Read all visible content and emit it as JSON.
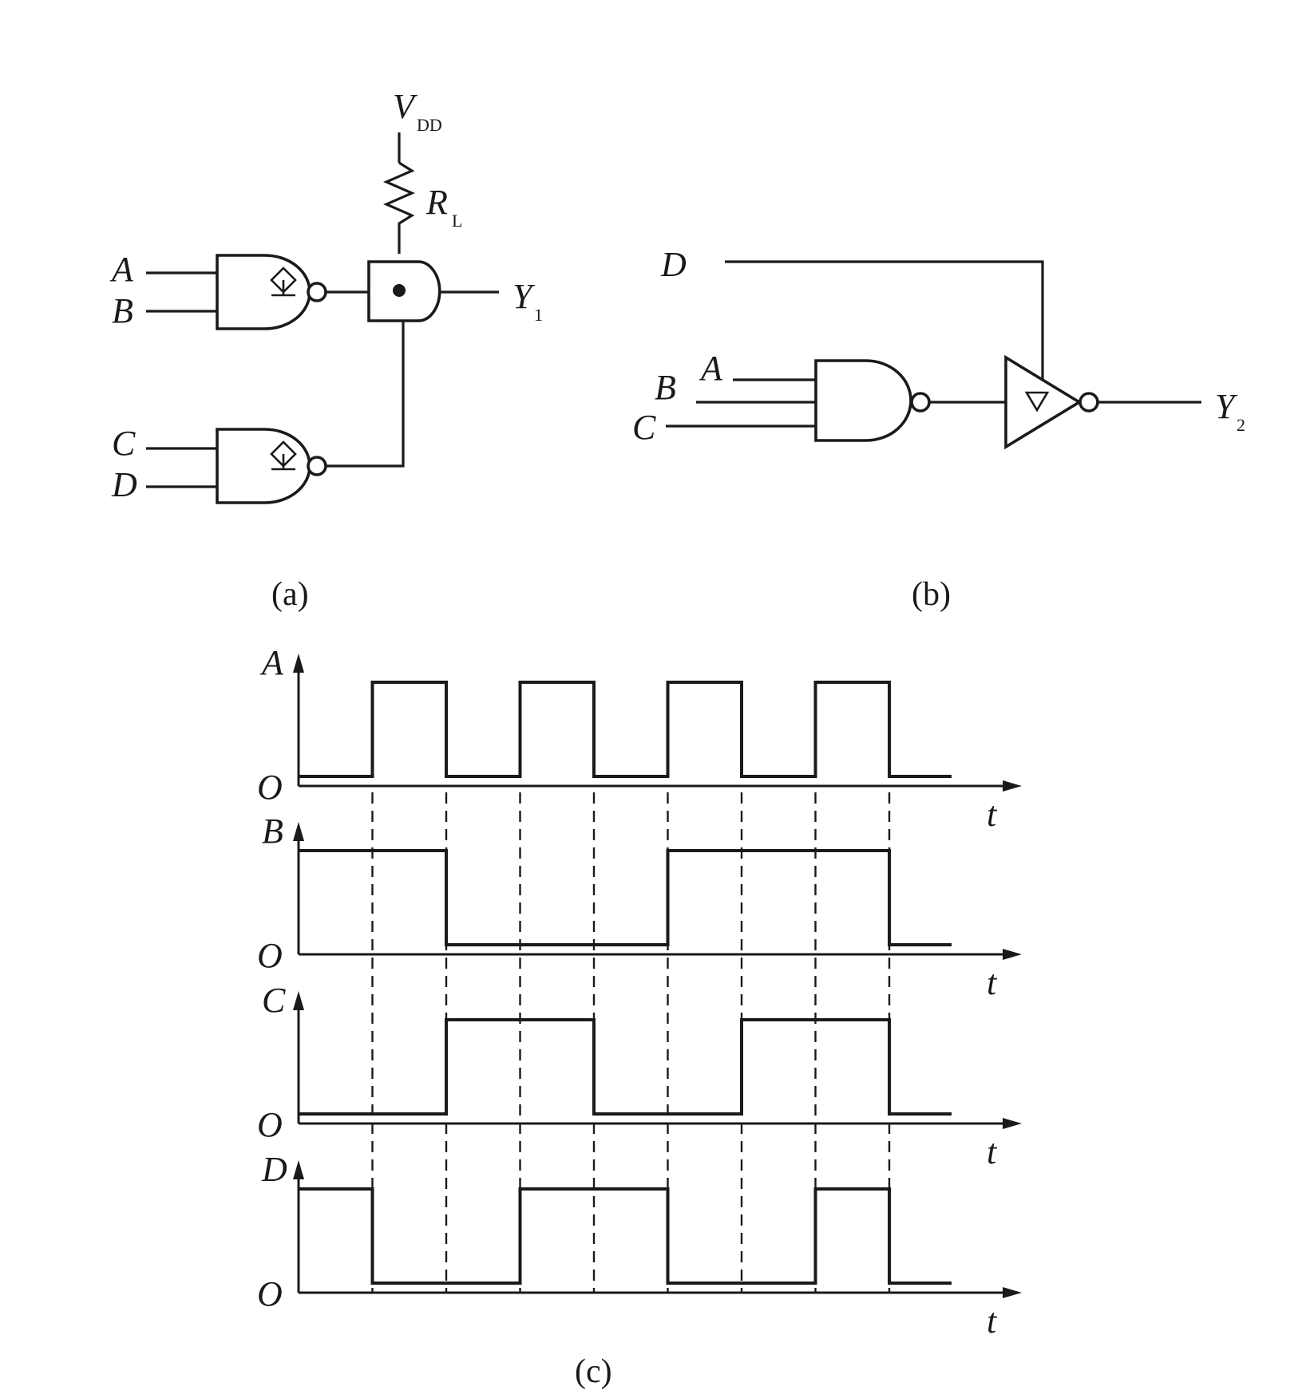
{
  "circuit_a": {
    "supply": "V",
    "supply_sub": "DD",
    "resistor": "R",
    "resistor_sub": "L",
    "inputs": [
      "A",
      "B",
      "C",
      "D"
    ],
    "output": "Y",
    "output_sub": "1",
    "caption": "(a)"
  },
  "circuit_b": {
    "inputs": [
      "D",
      "A",
      "B",
      "C"
    ],
    "output": "Y",
    "output_sub": "2",
    "caption": "(b)"
  },
  "waveforms": {
    "caption": "(c)",
    "origin_label": "O",
    "time_label": "t",
    "slots": 8,
    "signals": [
      {
        "name": "A",
        "levels": [
          0,
          1,
          0,
          1,
          0,
          1,
          0,
          1,
          0
        ]
      },
      {
        "name": "B",
        "levels": [
          1,
          1,
          0,
          0,
          0,
          1,
          1,
          1,
          0
        ]
      },
      {
        "name": "C",
        "levels": [
          0,
          0,
          1,
          1,
          0,
          0,
          1,
          1,
          0
        ]
      },
      {
        "name": "D",
        "levels": [
          1,
          0,
          0,
          1,
          1,
          0,
          0,
          1,
          0
        ]
      }
    ]
  },
  "colors": {
    "ink": "#1a1a1a",
    "background": "#ffffff"
  }
}
